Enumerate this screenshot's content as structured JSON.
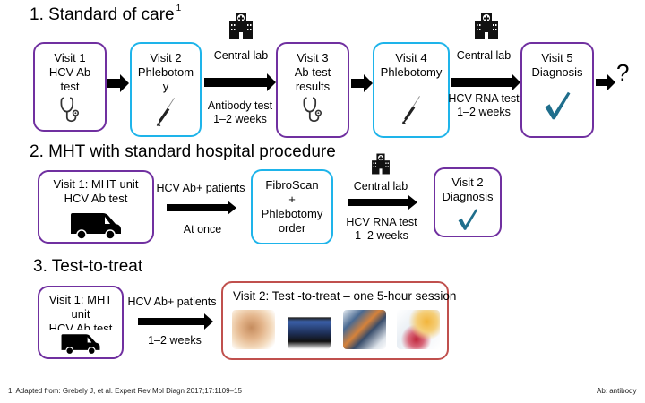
{
  "sections": {
    "s1": {
      "title": "1. Standard of care",
      "title_ref": "1",
      "visits": [
        {
          "line1": "Visit 1",
          "line2": "HCV Ab",
          "line3": "test",
          "icon": "stethoscope-icon"
        },
        {
          "line1": "Visit 2",
          "line2": "Phlebotom",
          "line3": "y",
          "icon": "syringe-icon"
        },
        {
          "line1": "Visit 3",
          "line2": "Ab test",
          "line3": "results",
          "icon": "stethoscope-icon"
        },
        {
          "line1": "Visit 4",
          "line2": "Phlebotomy",
          "icon": "syringe-icon"
        },
        {
          "line1": "Visit 5",
          "line2": "Diagnosis",
          "icon": "checkmark-icon"
        }
      ],
      "lab1": {
        "label": "Central lab",
        "test": "Antibody test",
        "duration": "1–2 weeks"
      },
      "lab2": {
        "label": "Central lab",
        "test": "HCV RNA test",
        "duration": "1–2 weeks"
      },
      "end_mark": "?"
    },
    "s2": {
      "title": "2. MHT with standard hospital procedure",
      "visit1": {
        "line1": "Visit 1: MHT unit",
        "line2": "HCV Ab test"
      },
      "arrow1": {
        "top": "HCV Ab+ patients",
        "bottom": "At once"
      },
      "step": {
        "line1": "FibroScan",
        "line2": "+",
        "line3": "Phlebotomy",
        "line4": "order"
      },
      "lab": {
        "label": "Central lab",
        "test": "HCV RNA test",
        "duration": "1–2 weeks"
      },
      "visit2": {
        "line1": "Visit 2",
        "line2": "Diagnosis"
      }
    },
    "s3": {
      "title": "3. Test-to-treat",
      "visit1": {
        "line1": "Visit 1: MHT",
        "line2": "unit",
        "line3": "HCV Ab test"
      },
      "arrow1": {
        "top": "HCV Ab+ patients",
        "bottom": "1–2 weeks"
      },
      "visit2": {
        "title": "Visit 2: Test -to-treat – one 5-hour session",
        "images": [
          "finger-prick-image",
          "test-cartridges-image",
          "fibroscan-device-image",
          "medication-image"
        ]
      }
    }
  },
  "footnote": "1. Adapted from: Grebely J, et al. Expert Rev Mol Diagn 2017;17:1109–15",
  "abbreviation": "Ab: antibody",
  "colors": {
    "purple": "#7030a0",
    "cyan": "#1eb4ea",
    "red": "#c0504d",
    "check": "#1f6e8c"
  }
}
